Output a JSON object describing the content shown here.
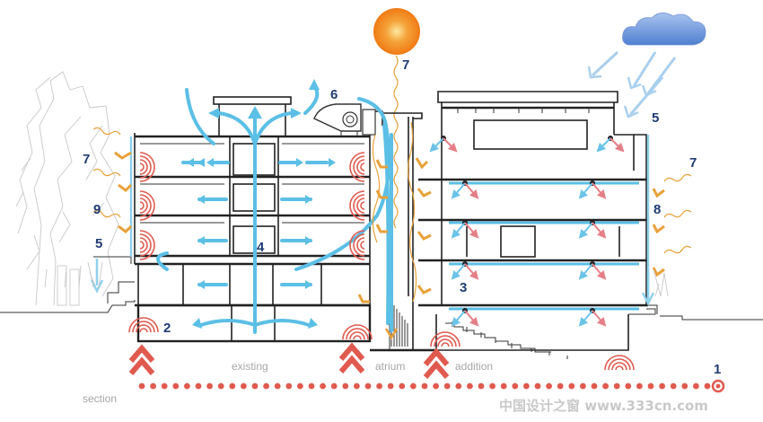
{
  "labels": {
    "section": "section",
    "existing": "existing",
    "atrium": "atrium",
    "addition": "addition"
  },
  "callouts": {
    "n1": "1",
    "n2": "2",
    "n3": "3",
    "n4": "4",
    "n5_left": "5",
    "n5_right": "5",
    "n6": "6",
    "n7_top": "7",
    "n7_left": "7",
    "n7_right": "7",
    "n8": "8",
    "n9": "9"
  },
  "watermark": "中国设计之窗 www.333cn.com",
  "colors": {
    "air": "#5bbfe6",
    "solar": "#e8a13a",
    "sun": "#f08a1a",
    "geothermal": "#e05a4f",
    "cloud": "#7da6e0",
    "text": "#1f3c73"
  }
}
